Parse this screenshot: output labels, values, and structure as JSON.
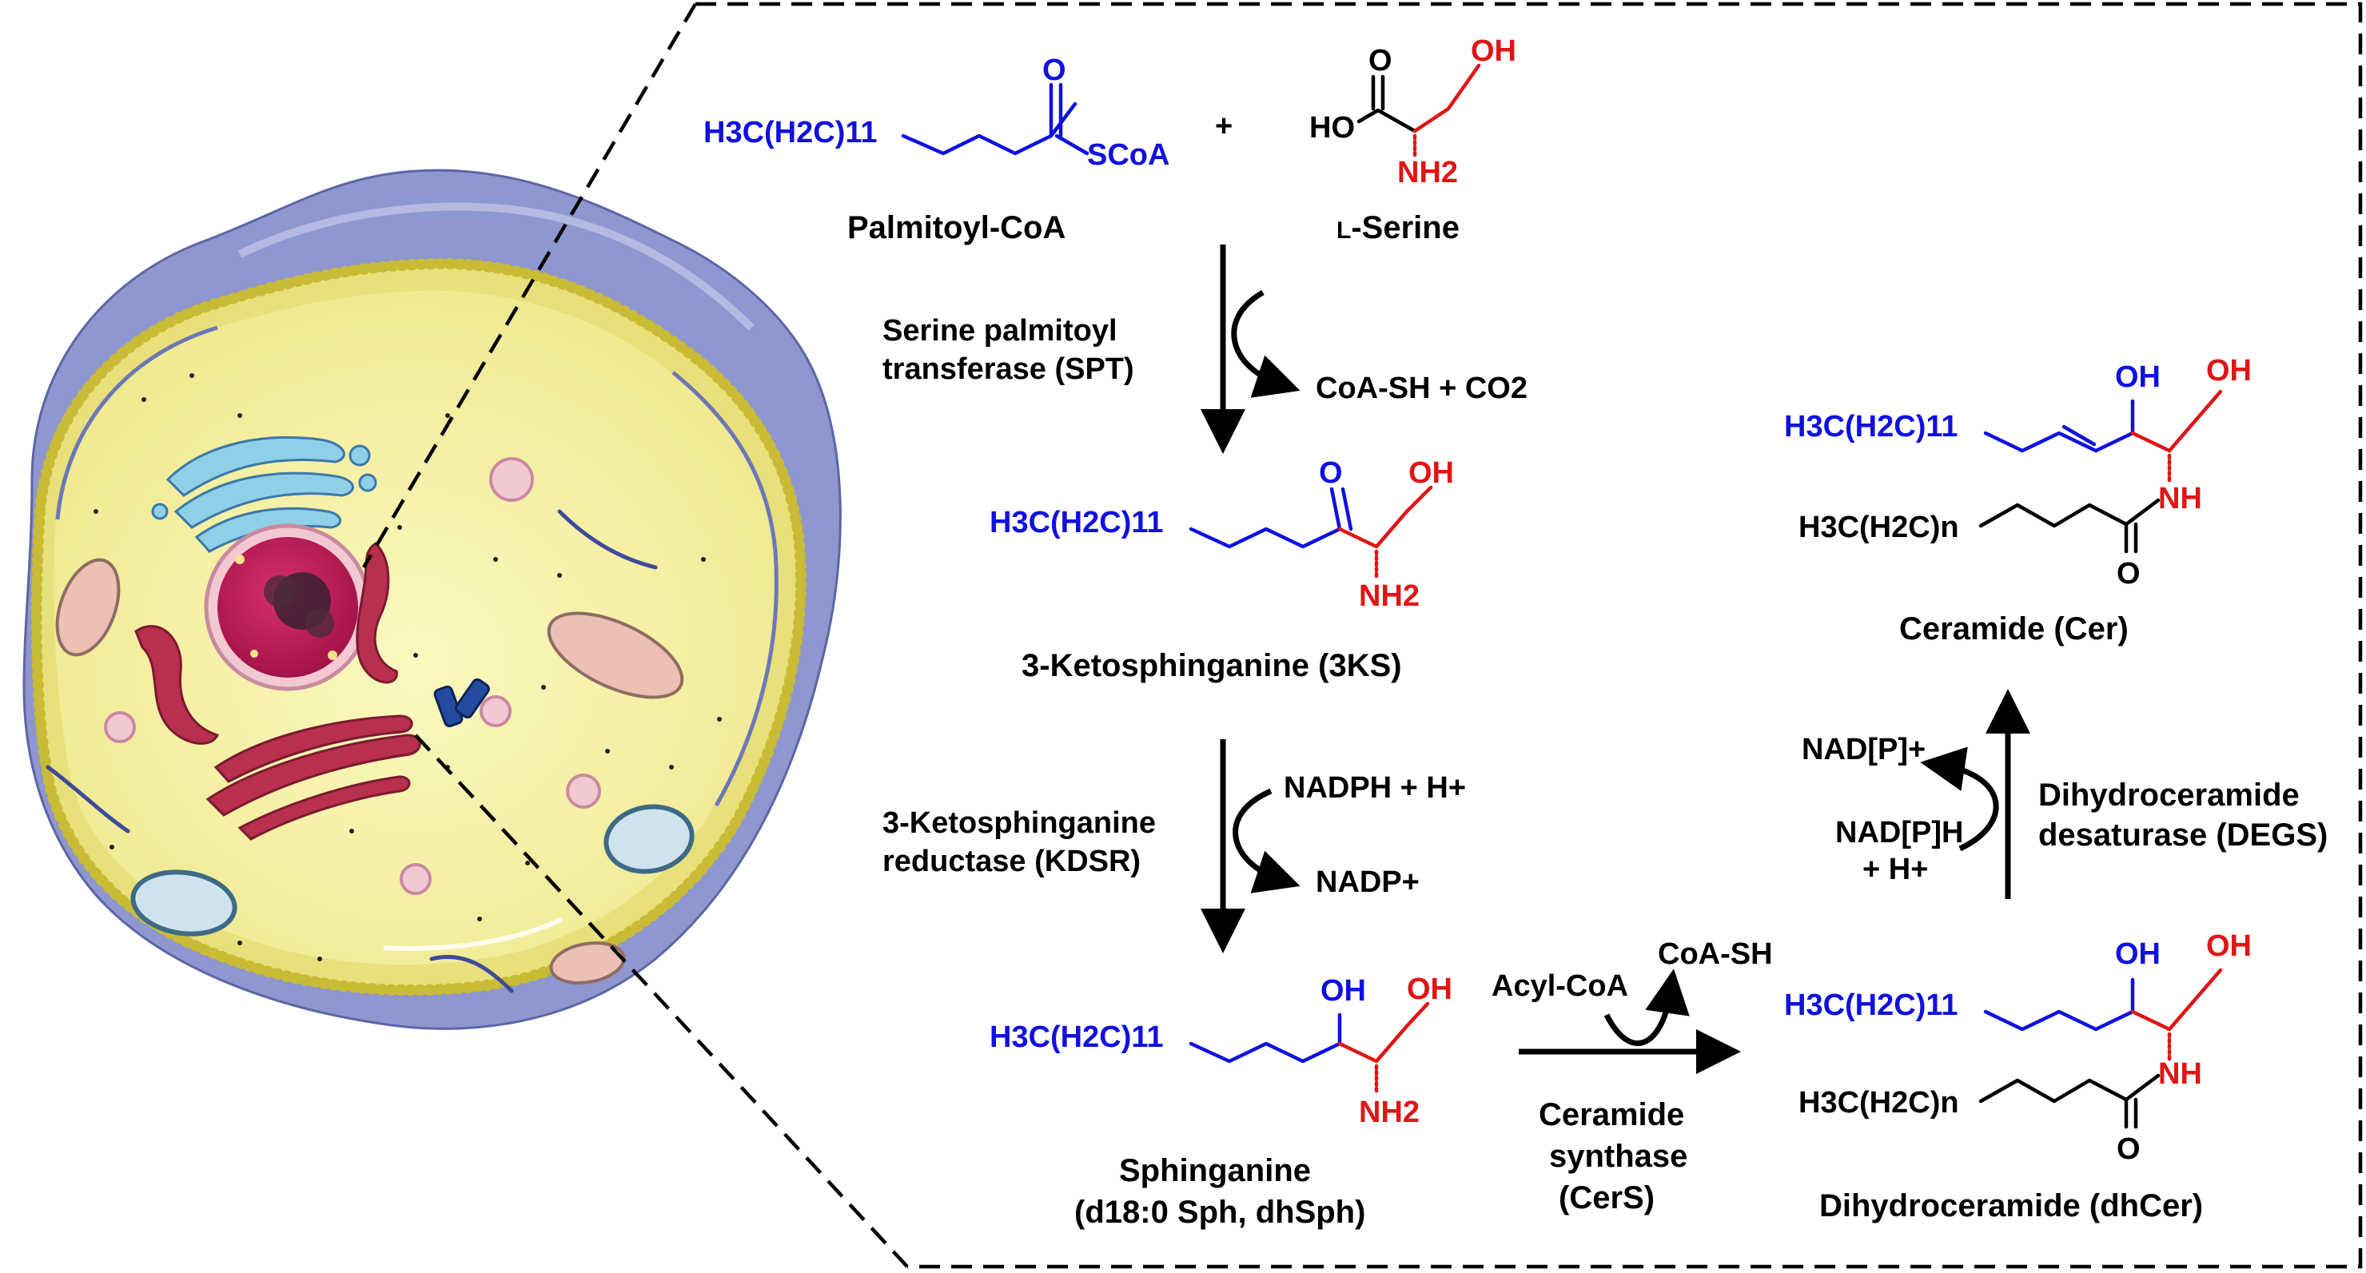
{
  "molecules": {
    "palmitoyl_coa": {
      "chain": "H3C(H2C)11",
      "carbonyl_o": "O",
      "scoa": "SCoA",
      "name": "Palmitoyl-CoA"
    },
    "plus": "+",
    "l_serine": {
      "o": "O",
      "ho": "HO",
      "oh": "OH",
      "nh2": "NH2",
      "name_prefix": "L",
      "name_rest": "-Serine"
    },
    "ketosphinganine": {
      "chain": "H3C(H2C)11",
      "o": "O",
      "oh": "OH",
      "nh2": "NH2",
      "name": "3-Ketosphinganine (3KS)"
    },
    "sphinganine": {
      "chain": "H3C(H2C)11",
      "oh1": "OH",
      "oh2": "OH",
      "nh2": "NH2",
      "name_line1": "Sphinganine",
      "name_line2": "(d18:0 Sph, dhSph)"
    },
    "dihydroceramide": {
      "chain": "H3C(H2C)11",
      "oh1": "OH",
      "oh2": "OH",
      "nh": "NH",
      "acyl": "H3C(H2C)n",
      "o": "O",
      "name": "Dihydroceramide (dhCer)"
    },
    "ceramide": {
      "chain": "H3C(H2C)11",
      "oh1": "OH",
      "oh2": "OH",
      "nh": "NH",
      "acyl": "H3C(H2C)n",
      "o": "O",
      "name": "Ceramide (Cer)"
    }
  },
  "reactions": {
    "spt": {
      "enzyme_line1": "Serine palmitoyl",
      "enzyme_line2": "transferase (SPT)",
      "byproduct": "CoA-SH + CO2"
    },
    "kdsr": {
      "enzyme_line1": "3-Ketosphinganine",
      "enzyme_line2": "reductase (KDSR)",
      "cofactor_in": "NADPH + H+",
      "cofactor_out": "NADP+"
    },
    "cers": {
      "enzyme_line1": "Ceramide",
      "enzyme_line2": "synthase",
      "enzyme_line3": "(CerS)",
      "substrate": "Acyl-CoA",
      "byproduct": "CoA-SH"
    },
    "degs": {
      "enzyme_line1": "Dihydroceramide",
      "enzyme_line2": "desaturase (DEGS)",
      "cofactor_out": "NAD[P]+",
      "cofactor_in_line1": "NAD[P]H",
      "cofactor_in_line2": "+ H+"
    }
  },
  "colors": {
    "palmitoyl_moiety": "#1010e0",
    "serine_moiety": "#e01515",
    "cytoplasm": "#f4f0a0",
    "membrane": "#7d86c8",
    "nucleus": "#c0185a",
    "er_golgi": "#a82a48"
  },
  "illustration": {
    "cell_organelles": [
      "cell-membrane",
      "nucleus",
      "golgi-apparatus",
      "endoplasmic-reticulum",
      "mitochondria",
      "vacuoles",
      "vesicles",
      "centrioles"
    ]
  }
}
